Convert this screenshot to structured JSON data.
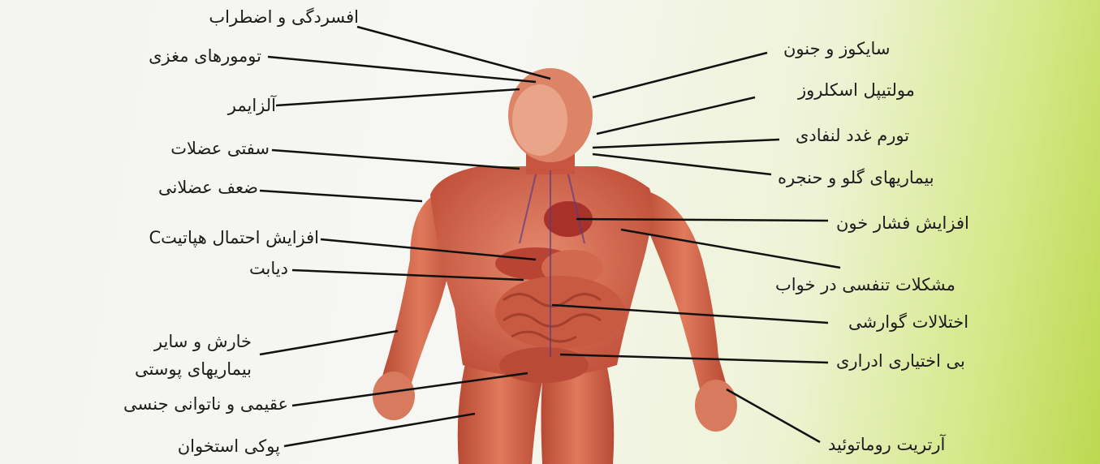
{
  "labels_left": [
    {
      "id": "depression",
      "text": "افسردگی و اضطراب"
    },
    {
      "id": "brain-tumor",
      "text": "تومورهای مغزی"
    },
    {
      "id": "alzheimer",
      "text": "آلزایمر"
    },
    {
      "id": "muscle-stiffness",
      "text": "سفتی عضلات"
    },
    {
      "id": "muscle-weakness",
      "text": "ضعف عضلانی"
    },
    {
      "id": "hepatitis",
      "text": "افزایش احتمال هپاتیتC"
    },
    {
      "id": "diabetes",
      "text": "دیابت"
    },
    {
      "id": "itching-line1",
      "text": "خارش و سایر"
    },
    {
      "id": "itching-line2",
      "text": "بیماریهای پوستی"
    },
    {
      "id": "infertility",
      "text": "عقیمی و ناتوانی جنسی"
    },
    {
      "id": "osteoporosis",
      "text": "پوکی استخوان"
    }
  ],
  "labels_right": [
    {
      "id": "psychosis",
      "text": "سایکوز و جنون"
    },
    {
      "id": "ms",
      "text": "مولتیپل اسکلروز"
    },
    {
      "id": "lymph",
      "text": "تورم غدد لنفادی"
    },
    {
      "id": "throat",
      "text": "بیماریهای گلو و حنجره"
    },
    {
      "id": "blood-pressure",
      "text": "افزایش فشار خون"
    },
    {
      "id": "sleep-apnea",
      "text": "مشکلات تنفسی در خواب"
    },
    {
      "id": "digestive",
      "text": "اختلالات گوارشی"
    },
    {
      "id": "incontinence",
      "text": "بی اختیاری ادراری"
    },
    {
      "id": "arthritis",
      "text": "آرتریت روماتوئید"
    }
  ],
  "colors": {
    "muscle": "#c8553f",
    "muscle_light": "#e58a6d",
    "skin": "#e9a48a",
    "line": "#111111"
  }
}
